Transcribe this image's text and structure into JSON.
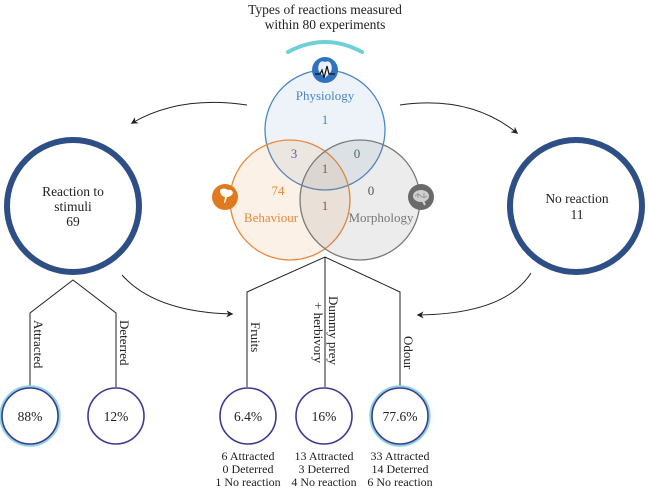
{
  "title": {
    "line1": "Types of reactions measured",
    "line2": "within 80 experiments"
  },
  "venn": {
    "physiology": {
      "label": "Physiology",
      "only": "1",
      "color": "#4a86c8",
      "icon": "heart-ecg-icon"
    },
    "behaviour": {
      "label": "Behaviour",
      "only": "74",
      "color": "#e8893a",
      "icon": "bird-icon"
    },
    "morphology": {
      "label": "Morphology",
      "only": "0",
      "color": "#7a7a7a",
      "icon": "brain-icon"
    },
    "phys_behav": "3",
    "phys_morph": "0",
    "all_three": "1",
    "behav_morph": "1",
    "accent_arc_color": "#6fd0d8"
  },
  "reaction": {
    "label_line1": "Reaction to",
    "label_line2": "stimuli",
    "count": "69",
    "ring_color": "#2e4f86"
  },
  "no_reaction": {
    "label": "No reaction",
    "count": "11",
    "ring_color": "#2e4f86"
  },
  "reaction_split": [
    {
      "label": "Attracted",
      "percent": "88%"
    },
    {
      "label": "Deterred",
      "percent": "12%"
    }
  ],
  "stimuli": [
    {
      "label_lines": [
        "Fruits"
      ],
      "percent": "6.4%",
      "attracted": "6 Attracted",
      "deterred": "0 Deterred",
      "no_reaction": "1 No reaction"
    },
    {
      "label_lines": [
        "Dummy prey",
        "+ herbivory"
      ],
      "percent": "16%",
      "attracted": "13 Attracted",
      "deterred": "3 Deterred",
      "no_reaction": "4 No reaction"
    },
    {
      "label_lines": [
        "Odour"
      ],
      "percent": "77.6%",
      "attracted": "33 Attracted",
      "deterred": "14 Deterred",
      "no_reaction": "6 No reaction"
    }
  ],
  "colors": {
    "small_ring": "#3b3a8f",
    "small_ring_glow": "#8fd3e0",
    "text": "#222222",
    "line": "#222222"
  }
}
